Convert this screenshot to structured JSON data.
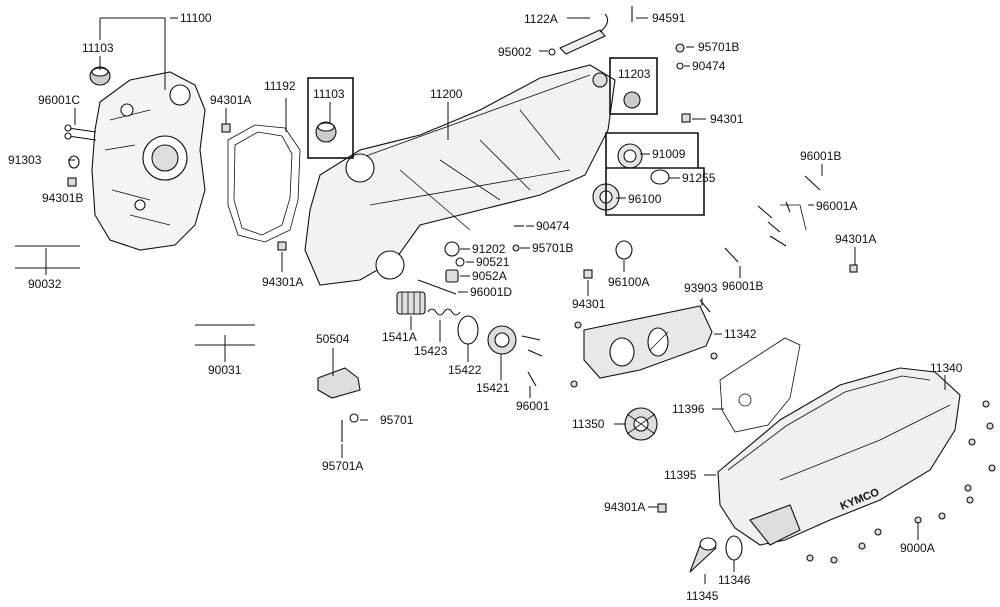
{
  "diagram": {
    "part_numbers": {
      "p11100": "11100",
      "p11103a": "11103",
      "p96001c": "96001C",
      "p91303": "91303",
      "p94301b": "94301B",
      "p90032": "90032",
      "p94301a_1": "94301A",
      "p11192": "11192",
      "p94301a_2": "94301A",
      "p11103b": "11103",
      "p11200": "11200",
      "p1122a": "1122A",
      "p94591": "94591",
      "p95002": "95002",
      "p95701b_1": "95701B",
      "p90474_1": "90474",
      "p11203": "11203",
      "p94301_1": "94301",
      "p91009": "91009",
      "p91255": "91255",
      "p96100": "96100",
      "p96001b_1": "96001B",
      "p96001a": "96001A",
      "p94301a_3": "94301A",
      "p90474_2": "90474",
      "p91202": "91202",
      "p95701b_2": "95701B",
      "p90521": "90521",
      "p9052a": "9052A",
      "p96001d": "96001D",
      "p96100a": "96100A",
      "p93903": "93903",
      "p94301_2": "94301",
      "p96001b_2": "96001B",
      "p90031": "90031",
      "p50504": "50504",
      "p1541a": "1541A",
      "p15423": "15423",
      "p15422": "15422",
      "p15421": "15421",
      "p96001": "96001",
      "p11342": "11342",
      "p95701": "95701",
      "p95701a": "95701A",
      "p11340": "11340",
      "p11396": "11396",
      "p11350": "11350",
      "p11395": "11395",
      "p94301a_4": "94301A",
      "p9000a": "9000A",
      "p11346": "11346",
      "p11345": "11345"
    },
    "brand_logo": "KYMCO",
    "colors": {
      "ink": "#111111",
      "paper": "#ffffff"
    }
  }
}
